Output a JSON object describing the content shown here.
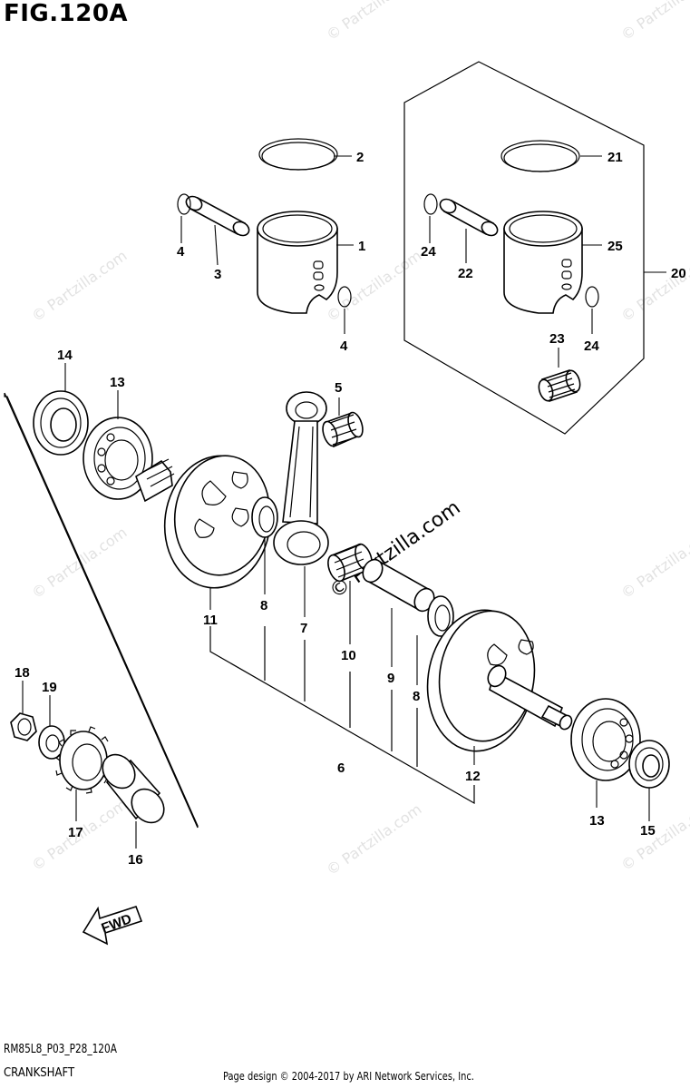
{
  "figure": {
    "title": "FIG.120A",
    "code": "RM85L8_P03_P28_120A",
    "name": "CRANKSHAFT",
    "copyright": "Page design © 2004-2017 by ARI Network Services, Inc.",
    "watermark": "© Partzilla.com",
    "fwd_label": "FWD"
  },
  "callouts": {
    "c1": "1",
    "c2": "2",
    "c3": "3",
    "c4a": "4",
    "c4b": "4",
    "c5": "5",
    "c6": "6",
    "c7": "7",
    "c8a": "8",
    "c8b": "8",
    "c9": "9",
    "c10": "10",
    "c11": "11",
    "c12": "12",
    "c13a": "13",
    "c13b": "13",
    "c14": "14",
    "c15": "15",
    "c16": "16",
    "c17": "17",
    "c18": "18",
    "c19": "19",
    "c20": "20",
    "c21": "21",
    "c22": "22",
    "c23": "23",
    "c24a": "24",
    "c24b": "24",
    "c25": "25"
  }
}
